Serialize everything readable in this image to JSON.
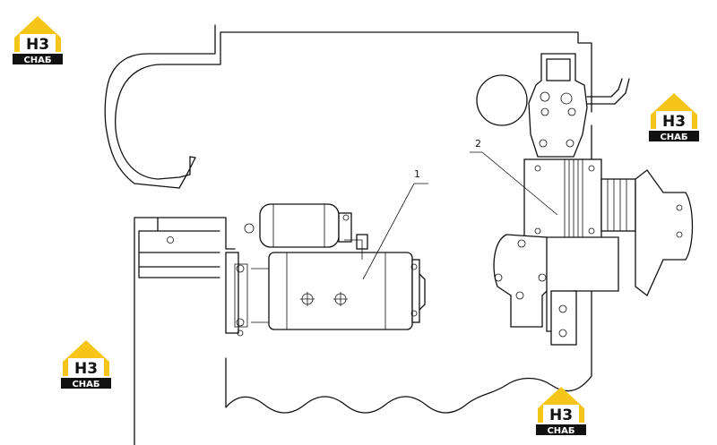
{
  "callouts": [
    {
      "id": "1",
      "label": "1"
    },
    {
      "id": "2",
      "label": "2"
    }
  ],
  "logos": [
    {
      "mark": "H3",
      "word": "СНАБ"
    },
    {
      "mark": "H3",
      "word": "СНАБ"
    },
    {
      "mark": "H3",
      "word": "СНАБ"
    },
    {
      "mark": "H3",
      "word": "СНАБ"
    }
  ],
  "colors": {
    "logo_yellow": "#f5c518",
    "logo_black": "#111111",
    "line": "#111111"
  }
}
